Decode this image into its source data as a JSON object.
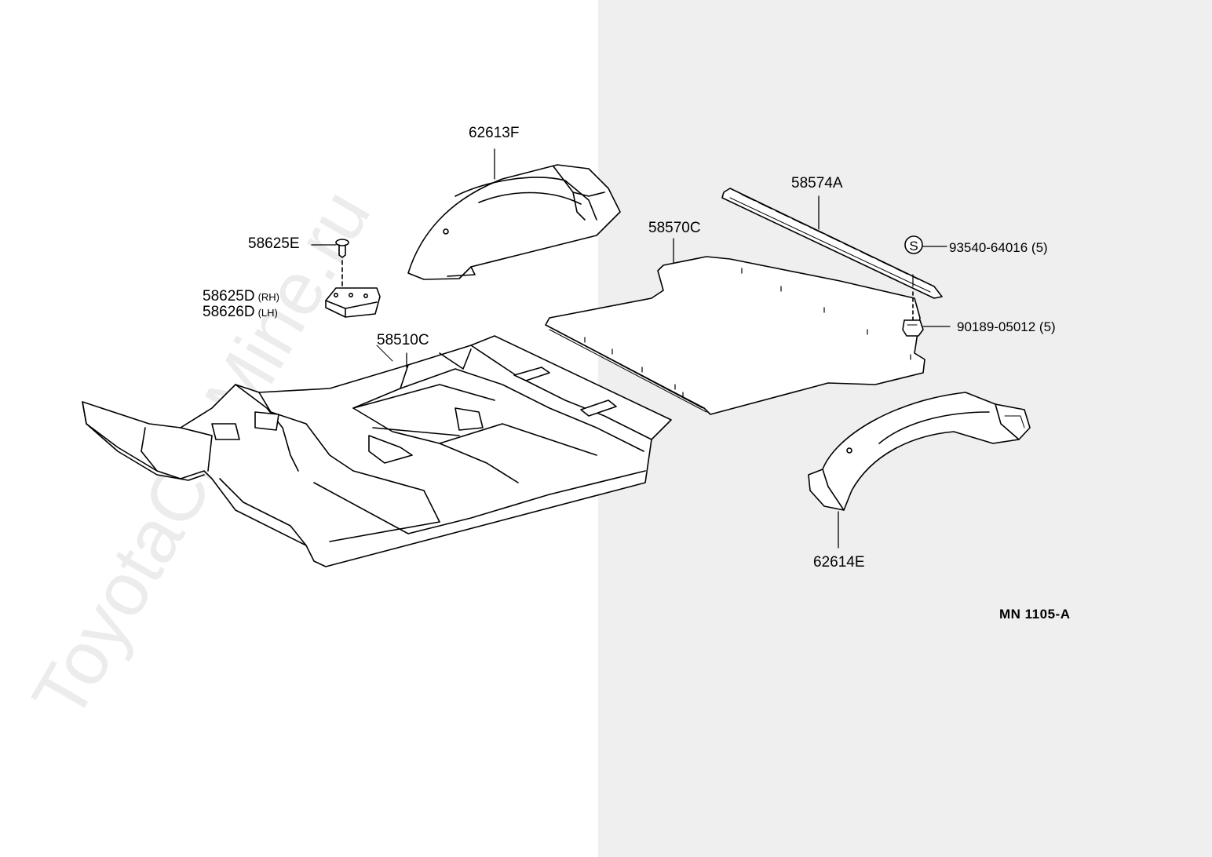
{
  "parts": {
    "p62613F": "62613F",
    "p58625E": "58625E",
    "p58625D": "58625D",
    "p58625D_side": "(RH)",
    "p58626D": "58626D",
    "p58626D_side": "(LH)",
    "p58510C": "58510C",
    "p58570C": "58570C",
    "p58574A": "58574A",
    "p93540": "93540-64016 (5)",
    "p90189": "90189-05012 (5)",
    "p62614E": "62614E",
    "s_marker": "S"
  },
  "diagram_code": "MN  1105-A",
  "watermark": "ToyotaCarMine.ru"
}
